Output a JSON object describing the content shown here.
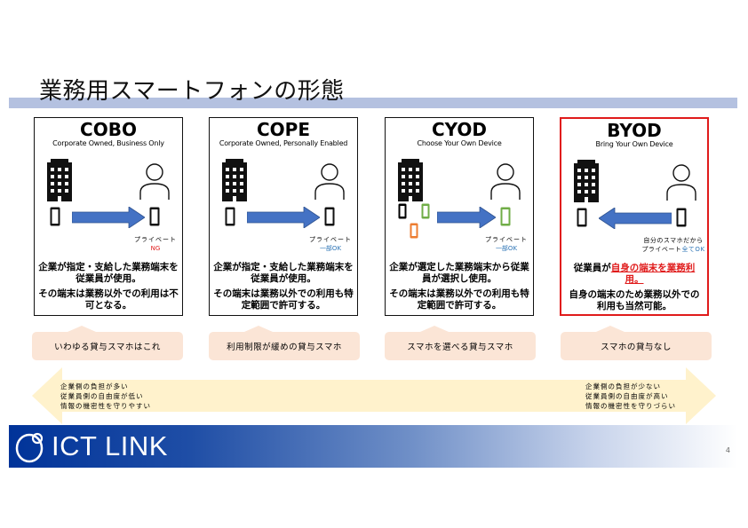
{
  "page": {
    "title": "業務用スマートフォンの形態",
    "page_number": "4"
  },
  "colors": {
    "title_bar": "#b4c1e0",
    "highlight_border": "#e01b1b",
    "arrow_fill": "#4472c4",
    "tag_bg": "#fbe5d6",
    "range_arrow_bg": "#fff2cc",
    "ng_red": "#e01b1b",
    "ok_blue": "#2e75b6",
    "phone_green": "#70ad47",
    "phone_orange": "#ed7d31",
    "footer_blue": "#003399"
  },
  "cards": [
    {
      "id": "cobo",
      "title": "COBO",
      "subtitle": "Corporate Owned, Business Only",
      "private_label": "プライベート",
      "private_status": "NG",
      "desc1": "企業が指定・支給した業務端末を従業員が使用。",
      "desc2": "その端末は業務以外での利用は不可となる。",
      "tag": "いわゆる貸与スマホはこれ"
    },
    {
      "id": "cope",
      "title": "COPE",
      "subtitle": "Corporate Owned, Personally Enabled",
      "private_label": "プライベート",
      "private_status": "一部OK",
      "desc1": "企業が指定・支給した業務端末を従業員が使用。",
      "desc2": "その端末は業務以外での利用も特定範囲で許可する。",
      "tag": "利用制限が緩めの貸与スマホ"
    },
    {
      "id": "cyod",
      "title": "CYOD",
      "subtitle": "Choose Your Own Device",
      "private_label": "プライベート",
      "private_status": "一部OK",
      "desc1": "企業が選定した業務端末から従業員が選択し使用。",
      "desc2": "その端末は業務以外での利用も特定範囲で許可する。",
      "tag": "スマホを選べる貸与スマホ"
    },
    {
      "id": "byod",
      "title": "BYOD",
      "subtitle": "Bring Your Own Device",
      "note_line1": "自分のスマホだから",
      "note_line2_prefix": "プライベート",
      "note_line2_status": "全てOK",
      "desc1_prefix": "従業員が",
      "desc1_highlight": "自身の端末を業務利用。",
      "desc2": "自身の端末のため業務以外での利用も当然可能。",
      "tag": "スマホの貸与なし"
    }
  ],
  "range": {
    "left": [
      "企業側の負担が多い",
      "従業員側の自由度が低い",
      "情報の機密性を守りやすい"
    ],
    "right": [
      "企業側の負担が少ない",
      "従業員側の自由度が高い",
      "情報の機密性を守りづらい"
    ]
  },
  "footer": {
    "logo_text": "ICT LINK"
  }
}
